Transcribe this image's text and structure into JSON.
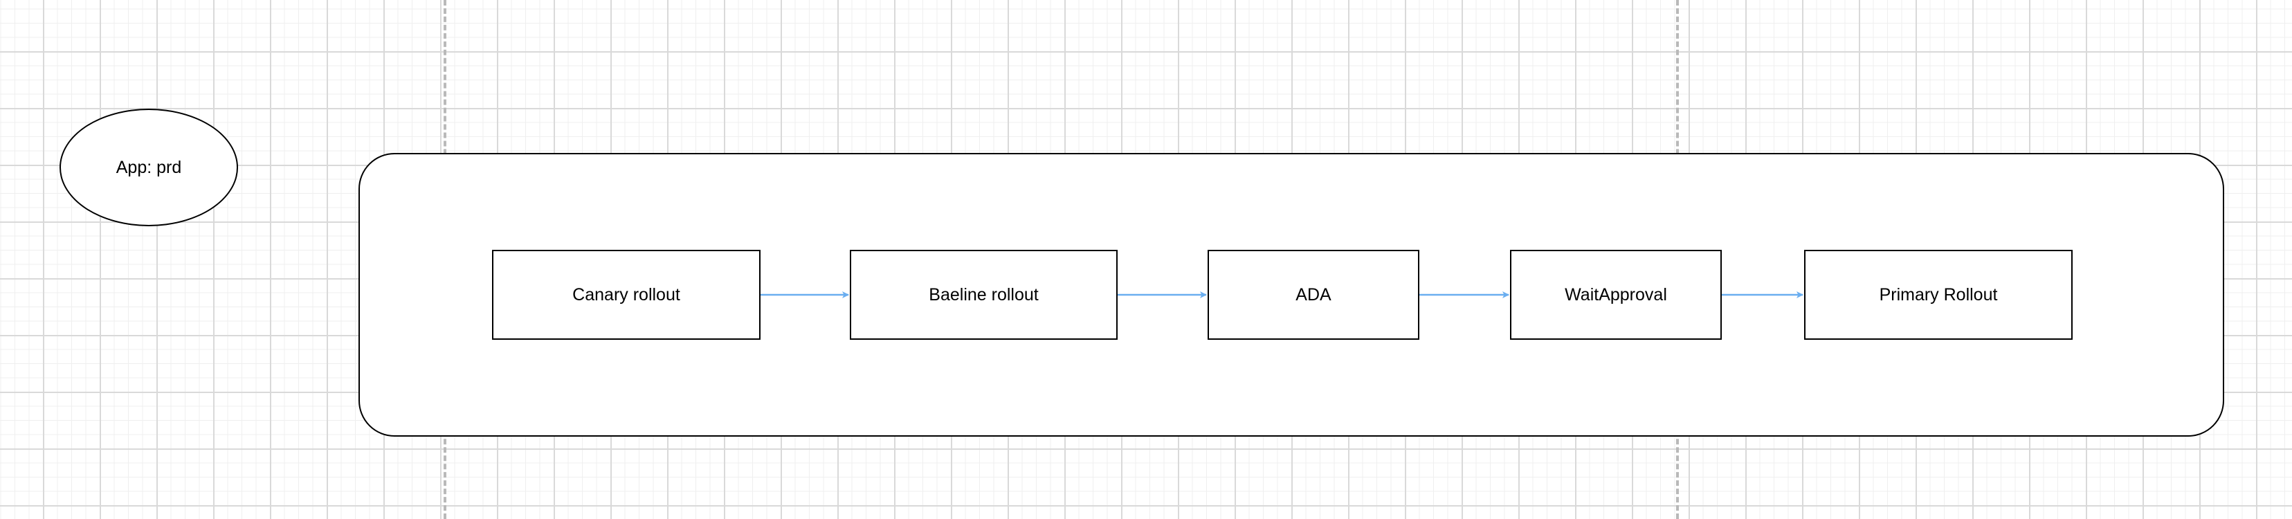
{
  "diagram": {
    "app_node": {
      "label": "App: prd"
    },
    "stages": [
      {
        "label": "Canary rollout"
      },
      {
        "label": "Baeline rollout"
      },
      {
        "label": "ADA"
      },
      {
        "label": "WaitApproval"
      },
      {
        "label": "Primary Rollout"
      }
    ],
    "colors": {
      "connector": "#6aaef0",
      "stroke": "#000000",
      "grid_major": "#d9d9d9",
      "grid_minor": "#efefef",
      "page_guide": "#b9b9b9"
    }
  }
}
